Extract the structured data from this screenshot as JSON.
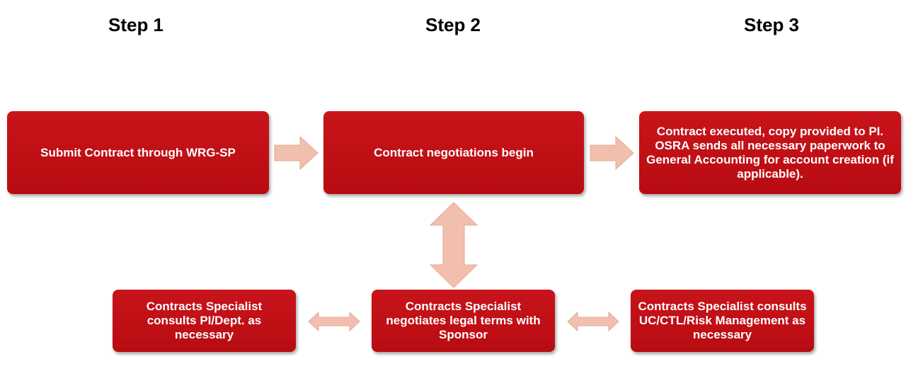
{
  "steps": {
    "step1": "Step 1",
    "step2": "Step 2",
    "step3": "Step 3"
  },
  "top_row": {
    "submit": "Submit Contract through WRG-SP",
    "negotiations": "Contract negotiations begin",
    "executed": "Contract executed, copy provided to PI. OSRA sends all necessary paperwork to General Accounting for account creation (if applicable)."
  },
  "bottom_row": {
    "consult_pi": "Contracts Specialist consults PI/Dept. as necessary",
    "negotiate_sponsor": "Contracts Specialist negotiates legal terms with Sponsor",
    "consult_risk": "Contracts Specialist consults UC/CTL/Risk Management as necessary"
  },
  "colors": {
    "box_fill": "#c0111a",
    "arrow_fill": "#f2bfae",
    "text": "#ffffff"
  }
}
